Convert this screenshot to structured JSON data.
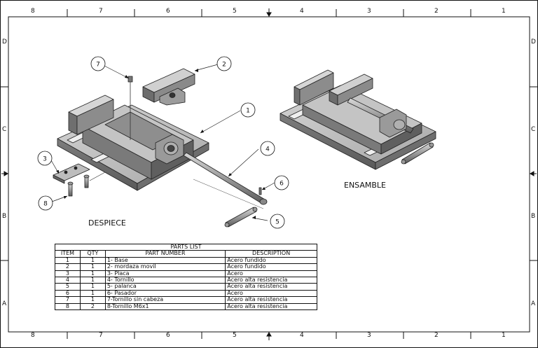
{
  "zones": {
    "columns": [
      "8",
      "7",
      "6",
      "5",
      "4",
      "3",
      "2",
      "1"
    ],
    "rows": [
      "D",
      "C",
      "B",
      "A"
    ]
  },
  "views": {
    "exploded_label": "DESPIECE",
    "assembly_label": "ENSAMBLE"
  },
  "balloons": [
    "1",
    "2",
    "3",
    "4",
    "5",
    "6",
    "7",
    "8"
  ],
  "parts_list": {
    "title": "PARTS LIST",
    "headers": [
      "ITEM",
      "QTY",
      "PART NUMBER",
      "DESCRIPTION"
    ],
    "rows": [
      [
        "1",
        "1",
        "1- Base",
        "Acero fundido"
      ],
      [
        "2",
        "1",
        "2- mordaza movil",
        "Acero fundido"
      ],
      [
        "3",
        "1",
        "3- Placa",
        "Acero"
      ],
      [
        "4",
        "1",
        "4- Tornillo",
        "Acero alta resistencia"
      ],
      [
        "5",
        "1",
        "5- palanca",
        "Acero alta resistencia"
      ],
      [
        "6",
        "1",
        "6- Pasador",
        "Acero"
      ],
      [
        "7",
        "1",
        "7-Tornillo sin cabeza",
        "Acero alta resistencia"
      ],
      [
        "8",
        "2",
        "8-Tornillo M6x1",
        "Acero alta resistencia"
      ]
    ]
  }
}
